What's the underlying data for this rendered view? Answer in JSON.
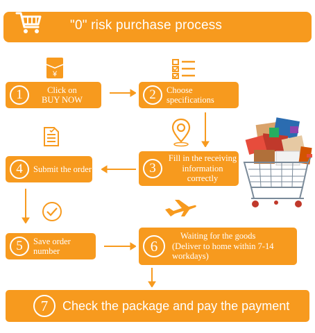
{
  "title": "\"0\" risk purchase process",
  "steps": [
    {
      "num": "1",
      "label_line1": "Click on",
      "label_line2": "BUY NOW"
    },
    {
      "num": "2",
      "label": "Choose specifications"
    },
    {
      "num": "3",
      "label_line1": "Fill in the receiving",
      "label_line2": "information correctly"
    },
    {
      "num": "4",
      "label": "Submit the order"
    },
    {
      "num": "5",
      "label": "Save order number"
    },
    {
      "num": "6",
      "label_line1": "Waiting for the goods",
      "label_line2": "(Deliver to home within 7-14",
      "label_line3": "workdays)"
    },
    {
      "num": "7",
      "label": "Check the package and pay the payment"
    }
  ],
  "icons": [
    "cart-icon",
    "payment-envelope-icon",
    "checklist-icon",
    "location-pin-icon",
    "document-icon",
    "checkmark-circle-icon",
    "airplane-icon",
    "shopping-cart-packages-illustration"
  ],
  "colors": {
    "accent": "#f79a1e",
    "background": "#ffffff"
  },
  "yen_symbol": "¥"
}
